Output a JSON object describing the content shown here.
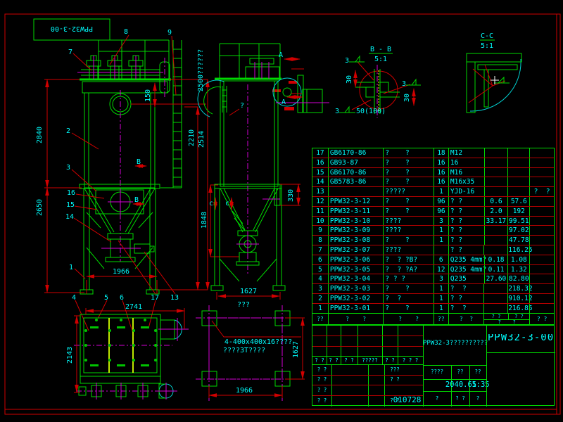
{
  "colors": {
    "background": "#000000",
    "line_green": "#00d900",
    "dim_red": "#d00000",
    "text_cyan": "#00ffff",
    "centerline_magenta": "#d400d4",
    "compartment_yellow": "#bfe800",
    "white": "#ffffff"
  },
  "stamp": {
    "number": "PPW32-3-00"
  },
  "front_view": {
    "balloons": {
      "b7": "7",
      "b8": "8",
      "b9": "9",
      "b2": "2",
      "b3": "3",
      "b16": "16",
      "b15": "15",
      "b14": "14",
      "b1": "1"
    },
    "dims": {
      "d2840": "2840",
      "d2650": "2650",
      "d150": "150",
      "d1966": "1966"
    },
    "section_b": "B"
  },
  "mid_dims": {
    "d2210": "2210",
    "d2514": "2514",
    "d2500": "2500??????",
    "d1848": "1848"
  },
  "side_view": {
    "dims": {
      "d330": "330",
      "d1627": "1627"
    },
    "label_unknown": "?",
    "section_a": "A",
    "section_c": "c",
    "note": "???"
  },
  "bottom_balloons": {
    "b4": "4",
    "b5": "5",
    "b6": "6",
    "b17": "17",
    "b13": "13"
  },
  "plan_view": {
    "dims": {
      "d2741": "2741",
      "d2143": "2143"
    }
  },
  "foundation_view": {
    "dims": {
      "d1627": "1627",
      "d1966": "1966"
    },
    "note_line1": "4-400x400x16????",
    "note_line2": "????3T????"
  },
  "detail_bb": {
    "title": "B - B",
    "scale": "5:1",
    "weld_size": "3",
    "dim_30_left": "30",
    "dim_30_right": "30",
    "surface_note": "50(100)"
  },
  "detail_cc": {
    "title": "C-C",
    "scale": "5:1"
  },
  "parts_table": {
    "header": {
      "no": "??",
      "code": "?    ?",
      "name": "?    ?",
      "qty": "??",
      "material": "?  ?",
      "unit": "? ?",
      "total": "? ?",
      "weight": "?    ?",
      "remark": "? ?"
    },
    "rows": [
      {
        "no": "17",
        "code": "GB6170-86",
        "name": "?    ?",
        "qty": "18",
        "material": "M12",
        "unit": "",
        "total": "",
        "remark": ""
      },
      {
        "no": "16",
        "code": "GB93-87",
        "name": "?    ?",
        "qty": "16",
        "material": "16",
        "unit": "",
        "total": "",
        "remark": ""
      },
      {
        "no": "15",
        "code": "GB6170-86",
        "name": "?    ?",
        "qty": "16",
        "material": "M16",
        "unit": "",
        "total": "",
        "remark": ""
      },
      {
        "no": "14",
        "code": "GB5783-86",
        "name": "?    ?",
        "qty": "16",
        "material": "M16x35",
        "unit": "",
        "total": "",
        "remark": ""
      },
      {
        "no": "13",
        "code": "",
        "name": "?????",
        "qty": "1",
        "material": "YJD-16",
        "unit": "",
        "total": "",
        "remark": "?  ?"
      },
      {
        "no": "12",
        "code": "PPW32-3-12",
        "name": "?    ?",
        "qty": "96",
        "material": "? ?",
        "unit": "0.6",
        "total": "57.6",
        "remark": ""
      },
      {
        "no": "11",
        "code": "PPW32-3-11",
        "name": "?    ?",
        "qty": "96",
        "material": "? ?",
        "unit": "2.0",
        "total": "192",
        "remark": ""
      },
      {
        "no": "10",
        "code": "PPW32-3-10",
        "name": "????",
        "qty": "3",
        "material": "? ?",
        "unit": "33.17",
        "total": "99.51",
        "remark": ""
      },
      {
        "no": "9",
        "code": "PPW32-3-09",
        "name": "????",
        "qty": "1",
        "material": "? ?",
        "unit": "",
        "total": "97.02",
        "remark": ""
      },
      {
        "no": "8",
        "code": "PPW32-3-08",
        "name": "?    ?",
        "qty": "1",
        "material": "? ?",
        "unit": "",
        "total": "47.78",
        "remark": ""
      },
      {
        "no": "7",
        "code": "PPW32-3-07",
        "name": "????",
        "qty": "",
        "material": "? ?",
        "unit": "",
        "total": "116.25",
        "remark": ""
      },
      {
        "no": "6",
        "code": "PPW32-3-06",
        "name": "?  ? ?B?",
        "qty": "6",
        "material": "Q235 4mm?",
        "unit": "0.18",
        "total": "1.08",
        "remark": ""
      },
      {
        "no": "5",
        "code": "PPW32-3-05",
        "name": "?  ? ?A?",
        "qty": "12",
        "material": "Q235 4mm?",
        "unit": "0.11",
        "total": "1.32",
        "remark": ""
      },
      {
        "no": "4",
        "code": "PPW32-3-04",
        "name": "? ? ?",
        "qty": "3",
        "material": "Q235",
        "unit": "27.60",
        "total": "82.80",
        "remark": ""
      },
      {
        "no": "3",
        "code": "PPW32-3-03",
        "name": "?    ?",
        "qty": "1",
        "material": "?  ?",
        "unit": "",
        "total": "218.32",
        "remark": ""
      },
      {
        "no": "2",
        "code": "PPW32-3-02",
        "name": "?  ?",
        "qty": "1",
        "material": "? ?",
        "unit": "",
        "total": "910.12",
        "remark": ""
      },
      {
        "no": "1",
        "code": "PPW32-3-01",
        "name": "?    ?",
        "qty": "1",
        "material": "?  ?",
        "unit": "",
        "total": "216.85",
        "remark": ""
      }
    ]
  },
  "title_block": {
    "title": "PPW32-3??????????",
    "number": "PPW32-3-00",
    "stage_label": "????",
    "weight_label": "??",
    "scale_label": "??",
    "weight_value": "2040.65",
    "scale_value": "1:35",
    "sheet_a": "?",
    "sheet_b": "? ?",
    "sheet_c": "?",
    "rev_cols": {
      "c1": "? ?",
      "c2": "? ?",
      "c3": "? ?",
      "c4": "?????",
      "c5": "? ?",
      "c6": "? ? ?"
    },
    "sig": {
      "r1c1": "? ?",
      "r1c3": "???",
      "r2c1": "? ?",
      "r2c3": "? ?",
      "r3c1": "? ?",
      "r4c1": "? ?",
      "r4c3": "? ?",
      "date": "010728"
    }
  }
}
